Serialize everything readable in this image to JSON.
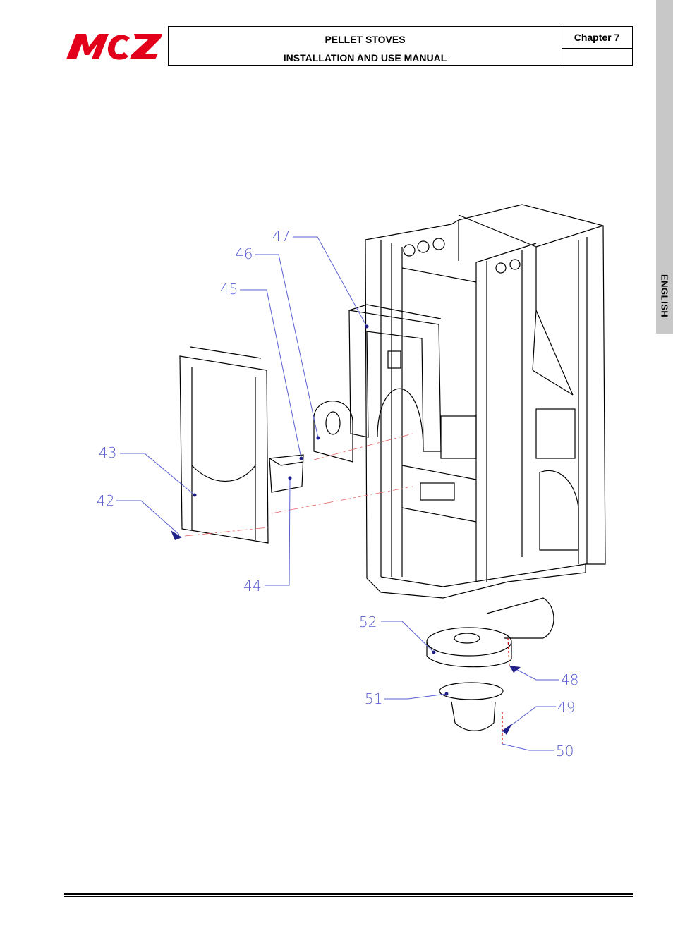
{
  "header": {
    "brand": "MCZ",
    "title_line1": "PELLET STOVES",
    "title_line2": "INSTALLATION AND USE MANUAL",
    "chapter": "Chapter 7"
  },
  "side_tab": {
    "label": "ENGLISH"
  },
  "callouts": [
    "47",
    "46",
    "45",
    "43",
    "42",
    "44",
    "52",
    "48",
    "51",
    "49",
    "50"
  ]
}
